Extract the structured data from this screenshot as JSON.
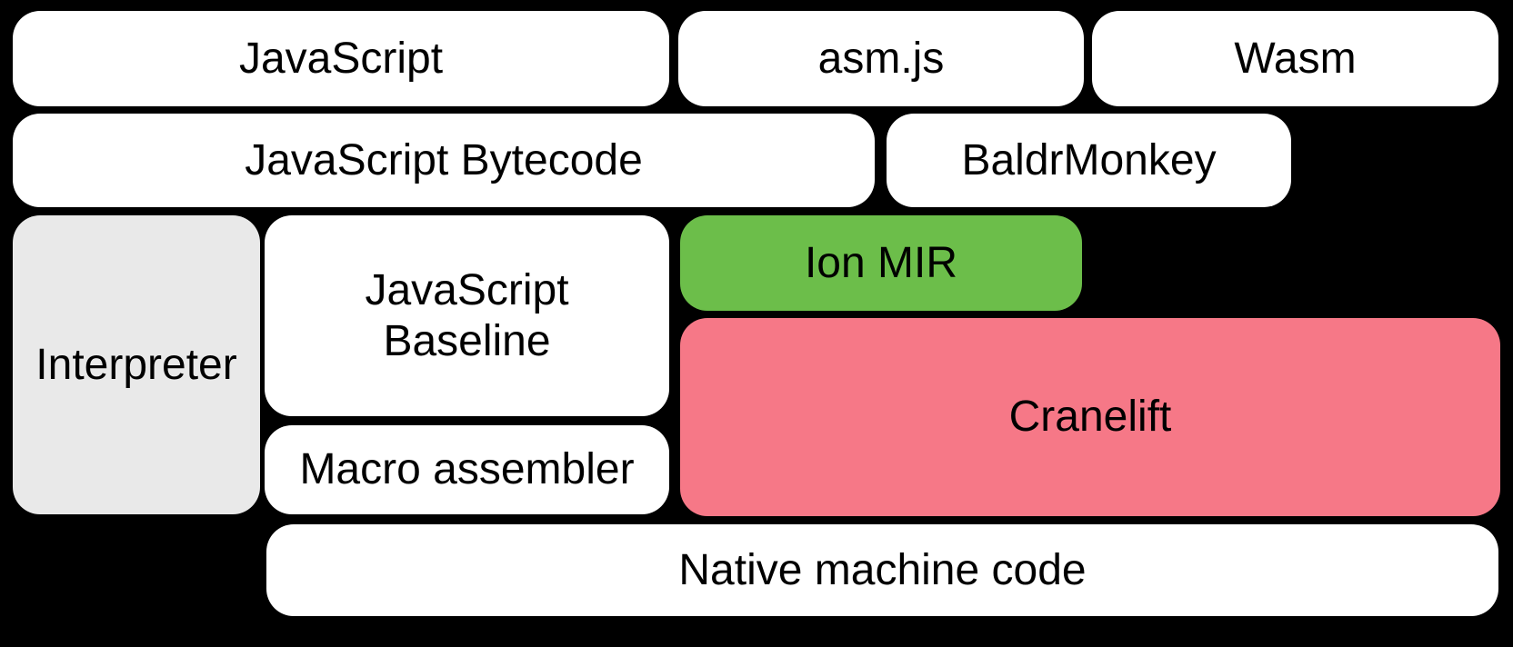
{
  "background": "#000000",
  "colors": {
    "node_bg": "#ffffff",
    "interpreter_bg": "#e9e9e9",
    "ion_mir_bg": "#6cbe4a",
    "cranelift_bg": "#f67887",
    "label_text": "#000000"
  },
  "nodes": {
    "javascript": {
      "label": "JavaScript"
    },
    "asm_js": {
      "label": "asm.js"
    },
    "wasm": {
      "label": "Wasm"
    },
    "javascript_bytecode": {
      "label": "JavaScript Bytecode"
    },
    "baldrmonkey": {
      "label": "BaldrMonkey"
    },
    "interpreter": {
      "label": "Interpreter"
    },
    "javascript_baseline": {
      "label": "JavaScript Baseline"
    },
    "ion_mir": {
      "label": "Ion MIR"
    },
    "cranelift": {
      "label": "Cranelift"
    },
    "macro_assembler": {
      "label": "Macro assembler"
    },
    "native_machine_code": {
      "label": "Native machine code"
    }
  }
}
